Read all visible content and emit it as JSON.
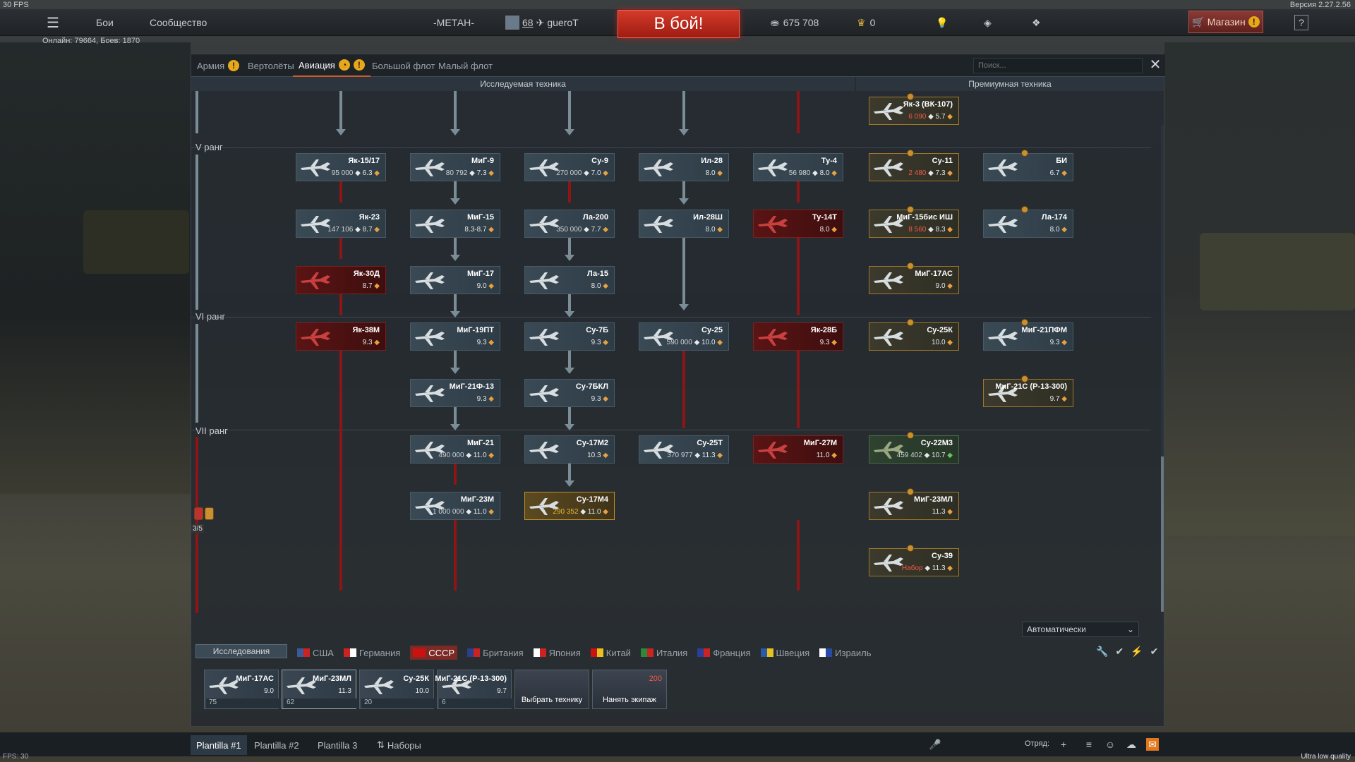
{
  "fps_top": "30 FPS",
  "version": "Версия 2.27.2.56",
  "online": "Онлайн: 79664, Боев: 1870",
  "menu": {
    "battles": "Бои",
    "community": "Сообщество",
    "squad_tag": "-МЕТАН-",
    "level": "68",
    "username": "gueroT",
    "battle_button": "В бой!",
    "silver": "675 708",
    "golden_eagles": "0",
    "shop": "Магазин"
  },
  "tabs": [
    {
      "label": "Армия",
      "warn": true,
      "clock": false,
      "active": false
    },
    {
      "label": "Вертолёты",
      "warn": false,
      "clock": false,
      "active": false
    },
    {
      "label": "Авиация",
      "warn": true,
      "clock": true,
      "active": true
    },
    {
      "label": "Большой флот",
      "warn": false,
      "clock": false,
      "active": false
    },
    {
      "label": "Малый флот",
      "warn": false,
      "clock": false,
      "active": false
    }
  ],
  "search_placeholder": "Поиск...",
  "headers": {
    "researched": "Исследуемая техника",
    "premium": "Премиумная техника"
  },
  "ranks": [
    "V ранг",
    "VI ранг",
    "VII ранг"
  ],
  "rank_progress": "3/5",
  "vehicles": [
    {
      "name": "Як-15/17",
      "stats": "95 000",
      "br": "6.3",
      "style": "normal",
      "col": 0,
      "row": 0
    },
    {
      "name": "МиГ-9",
      "stats": "80 792",
      "br": "7.3",
      "style": "normal",
      "col": 1,
      "row": 0
    },
    {
      "name": "Су-9",
      "stats": "270 000",
      "br": "7.0",
      "style": "normal",
      "col": 2,
      "row": 0
    },
    {
      "name": "Ил-28",
      "stats": "",
      "br": "8.0",
      "style": "normal",
      "col": 3,
      "row": 0
    },
    {
      "name": "Ту-4",
      "stats": "56 980",
      "br": "8.0",
      "style": "normal",
      "col": 4,
      "row": 0
    },
    {
      "name": "Як-23",
      "stats": "147 106",
      "br": "8.7",
      "style": "normal",
      "col": 0,
      "row": 1
    },
    {
      "name": "МиГ-15",
      "stats": "",
      "br": "8.3-8.7",
      "style": "normal",
      "col": 1,
      "row": 1
    },
    {
      "name": "Ла-200",
      "stats": "350 000",
      "br": "7.7",
      "style": "normal",
      "col": 2,
      "row": 1
    },
    {
      "name": "Ил-28Ш",
      "stats": "",
      "br": "8.0",
      "style": "normal",
      "col": 3,
      "row": 1
    },
    {
      "name": "Ту-14Т",
      "stats": "",
      "br": "8.0",
      "style": "red",
      "col": 4,
      "row": 1
    },
    {
      "name": "Як-30Д",
      "stats": "",
      "br": "8.7",
      "style": "red",
      "col": 0,
      "row": 2
    },
    {
      "name": "МиГ-17",
      "stats": "",
      "br": "9.0",
      "style": "normal",
      "col": 1,
      "row": 2
    },
    {
      "name": "Ла-15",
      "stats": "",
      "br": "8.0",
      "style": "normal",
      "col": 2,
      "row": 2
    },
    {
      "name": "Як-38М",
      "stats": "",
      "br": "9.3",
      "style": "red",
      "col": 0,
      "row": 3
    },
    {
      "name": "МиГ-19ПТ",
      "stats": "",
      "br": "9.3",
      "style": "normal",
      "col": 1,
      "row": 3
    },
    {
      "name": "Су-7Б",
      "stats": "",
      "br": "9.3",
      "style": "normal",
      "col": 2,
      "row": 3
    },
    {
      "name": "Су-25",
      "stats": "590 000",
      "br": "10.0",
      "style": "normal",
      "col": 3,
      "row": 3
    },
    {
      "name": "Як-28Б",
      "stats": "",
      "br": "9.3",
      "style": "red",
      "col": 4,
      "row": 3
    },
    {
      "name": "МиГ-21Ф-13",
      "stats": "",
      "br": "9.3",
      "style": "normal",
      "col": 1,
      "row": 4
    },
    {
      "name": "Су-7БКЛ",
      "stats": "",
      "br": "9.3",
      "style": "normal",
      "col": 2,
      "row": 4
    },
    {
      "name": "МиГ-21",
      "stats": "490 000",
      "br": "11.0",
      "style": "normal",
      "col": 1,
      "row": 5
    },
    {
      "name": "Су-17М2",
      "stats": "",
      "br": "10.3",
      "style": "normal",
      "col": 2,
      "row": 5
    },
    {
      "name": "Су-25Т",
      "stats": "370 977",
      "br": "11.3",
      "style": "normal",
      "col": 3,
      "row": 5
    },
    {
      "name": "МиГ-27М",
      "stats": "",
      "br": "11.0",
      "style": "red",
      "col": 4,
      "row": 5
    },
    {
      "name": "МиГ-23М",
      "stats": "1 000 000",
      "br": "11.0",
      "style": "normal",
      "col": 1,
      "row": 6
    },
    {
      "name": "Су-17М4",
      "stats": "290 352",
      "br": "11.0",
      "style": "gold",
      "col": 2,
      "row": 6
    }
  ],
  "premium": [
    {
      "name": "Як-3 (ВК-107)",
      "stats": "6 090",
      "br": "5.7",
      "style": "prem",
      "col": 0,
      "row": -1
    },
    {
      "name": "Су-11",
      "stats": "2 480",
      "br": "7.3",
      "style": "prem",
      "col": 0,
      "row": 0
    },
    {
      "name": "БИ",
      "stats": "",
      "br": "6.7",
      "style": "normal",
      "col": 1,
      "row": 0
    },
    {
      "name": "МиГ-15бис ИШ",
      "stats": "8 560",
      "br": "8.3",
      "style": "prem",
      "col": 0,
      "row": 1
    },
    {
      "name": "Ла-174",
      "stats": "",
      "br": "8.0",
      "style": "normal",
      "col": 1,
      "row": 1
    },
    {
      "name": "МиГ-17АС",
      "stats": "",
      "br": "9.0",
      "style": "prem",
      "col": 0,
      "row": 2
    },
    {
      "name": "Су-25К",
      "stats": "",
      "br": "10.0",
      "style": "prem",
      "col": 0,
      "row": 3
    },
    {
      "name": "МиГ-21ПФМ",
      "stats": "",
      "br": "9.3",
      "style": "normal",
      "col": 1,
      "row": 3
    },
    {
      "name": "МиГ-21С (Р-13-300)",
      "stats": "",
      "br": "9.7",
      "style": "prem",
      "col": 1,
      "row": 4
    },
    {
      "name": "Су-22М3",
      "stats": "459 402",
      "br": "10.7",
      "style": "green",
      "col": 0,
      "row": 5
    },
    {
      "name": "МиГ-23МЛ",
      "stats": "",
      "br": "11.3",
      "style": "prem",
      "col": 0,
      "row": 6
    },
    {
      "name": "Су-39",
      "stats": "Набор",
      "br": "11.3",
      "style": "prem",
      "col": 0,
      "row": 7
    }
  ],
  "mode_select": "Автоматически",
  "research_button": "Исследования",
  "nations": [
    {
      "label": "США",
      "active": false,
      "colors": [
        "#3c5a9a",
        "#c22"
      ]
    },
    {
      "label": "Германия",
      "active": false,
      "colors": [
        "#c22",
        "#fff"
      ]
    },
    {
      "label": "СССР",
      "active": true,
      "colors": [
        "#c11",
        "#c11"
      ]
    },
    {
      "label": "Британия",
      "active": false,
      "colors": [
        "#2b3f8a",
        "#c22"
      ]
    },
    {
      "label": "Япония",
      "active": false,
      "colors": [
        "#fff",
        "#c22"
      ]
    },
    {
      "label": "Китай",
      "active": false,
      "colors": [
        "#c11",
        "#e8c020"
      ]
    },
    {
      "label": "Италия",
      "active": false,
      "colors": [
        "#2a8a3a",
        "#c22"
      ]
    },
    {
      "label": "Франция",
      "active": false,
      "colors": [
        "#2a3f9a",
        "#c22"
      ]
    },
    {
      "label": "Швеция",
      "active": false,
      "colors": [
        "#2a5aa8",
        "#e8c020"
      ]
    },
    {
      "label": "Израиль",
      "active": false,
      "colors": [
        "#fff",
        "#2a4aa8"
      ]
    }
  ],
  "crew_slots": [
    {
      "name": "МиГ-17АС",
      "br": "9.0",
      "crew": "75"
    },
    {
      "name": "МиГ-23МЛ",
      "br": "11.3",
      "crew": "62"
    },
    {
      "name": "Су-25К",
      "br": "10.0",
      "crew": "20"
    },
    {
      "name": "МиГ-21С (Р-13-300)",
      "br": "9.7",
      "crew": "6"
    }
  ],
  "choose_vehicle": "Выбрать технику",
  "hire_crew": "Нанять экипаж",
  "hire_cost": "200",
  "presets": [
    "Plantilla #1",
    "Plantilla #2",
    "Plantilla 3",
    "Наборы"
  ],
  "squad_label": "Отряд:",
  "fps_bottom": "FPS: 30",
  "quality": "Ultra low quality"
}
